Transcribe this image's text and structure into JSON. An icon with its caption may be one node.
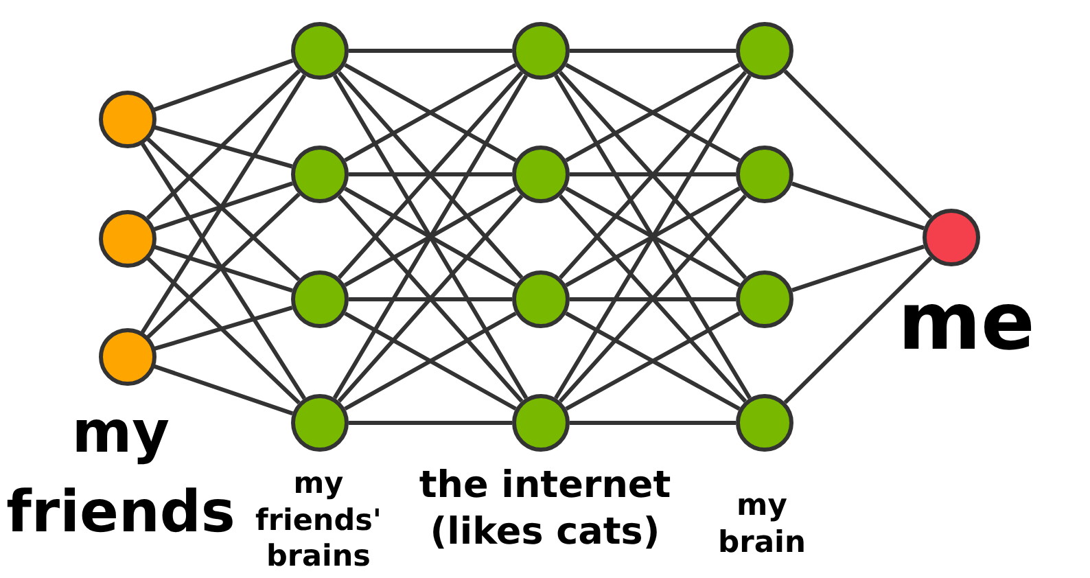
{
  "diagram": {
    "nodes": [
      {
        "text": [],
        "shape": "circle"
      },
      {
        "text": [],
        "shape": "circle"
      },
      {
        "text": [],
        "shape": "circle"
      },
      {
        "text": [],
        "shape": "circle"
      },
      {
        "text": [],
        "shape": "circle"
      },
      {
        "text": [],
        "shape": "circle"
      },
      {
        "text": [],
        "shape": "circle"
      },
      {
        "text": [],
        "shape": "circle"
      },
      {
        "text": [],
        "shape": "circle"
      },
      {
        "text": [],
        "shape": "circle"
      },
      {
        "text": [],
        "shape": "circle"
      },
      {
        "text": [],
        "shape": "circle"
      },
      {
        "text": [],
        "shape": "circle"
      },
      {
        "text": [],
        "shape": "circle"
      },
      {
        "text": [],
        "shape": "circle"
      },
      {
        "text": [],
        "shape": "circle",
        "beside": [
          "me"
        ]
      }
    ],
    "edges": [
      {
        "from": 0,
        "to": 3,
        "arrow": "none"
      },
      {
        "from": 0,
        "to": 4,
        "arrow": "none"
      },
      {
        "from": 0,
        "to": 5,
        "arrow": "none"
      },
      {
        "from": 0,
        "to": 6,
        "arrow": "none"
      },
      {
        "from": 1,
        "to": 3,
        "arrow": "none"
      },
      {
        "from": 1,
        "to": 4,
        "arrow": "none"
      },
      {
        "from": 1,
        "to": 5,
        "arrow": "none"
      },
      {
        "from": 1,
        "to": 6,
        "arrow": "none"
      },
      {
        "from": 2,
        "to": 3,
        "arrow": "none"
      },
      {
        "from": 2,
        "to": 4,
        "arrow": "none"
      },
      {
        "from": 2,
        "to": 5,
        "arrow": "none"
      },
      {
        "from": 2,
        "to": 6,
        "arrow": "none"
      },
      {
        "from": 3,
        "to": 7,
        "arrow": "none"
      },
      {
        "from": 3,
        "to": 8,
        "arrow": "none"
      },
      {
        "from": 3,
        "to": 9,
        "arrow": "none"
      },
      {
        "from": 3,
        "to": 10,
        "arrow": "none"
      },
      {
        "from": 4,
        "to": 7,
        "arrow": "none"
      },
      {
        "from": 4,
        "to": 8,
        "arrow": "none"
      },
      {
        "from": 4,
        "to": 9,
        "arrow": "none"
      },
      {
        "from": 4,
        "to": 10,
        "arrow": "none"
      },
      {
        "from": 5,
        "to": 7,
        "arrow": "none"
      },
      {
        "from": 5,
        "to": 8,
        "arrow": "none"
      },
      {
        "from": 5,
        "to": 9,
        "arrow": "none"
      },
      {
        "from": 5,
        "to": 10,
        "arrow": "none"
      },
      {
        "from": 6,
        "to": 7,
        "arrow": "none"
      },
      {
        "from": 6,
        "to": 8,
        "arrow": "none"
      },
      {
        "from": 6,
        "to": 9,
        "arrow": "none"
      },
      {
        "from": 6,
        "to": 10,
        "arrow": "none"
      },
      {
        "from": 7,
        "to": 11,
        "arrow": "none"
      },
      {
        "from": 7,
        "to": 12,
        "arrow": "none"
      },
      {
        "from": 7,
        "to": 13,
        "arrow": "none"
      },
      {
        "from": 7,
        "to": 14,
        "arrow": "none"
      },
      {
        "from": 8,
        "to": 11,
        "arrow": "none"
      },
      {
        "from": 8,
        "to": 12,
        "arrow": "none"
      },
      {
        "from": 8,
        "to": 13,
        "arrow": "none"
      },
      {
        "from": 8,
        "to": 14,
        "arrow": "none"
      },
      {
        "from": 9,
        "to": 11,
        "arrow": "none"
      },
      {
        "from": 9,
        "to": 12,
        "arrow": "none"
      },
      {
        "from": 9,
        "to": 13,
        "arrow": "none"
      },
      {
        "from": 9,
        "to": 14,
        "arrow": "none"
      },
      {
        "from": 10,
        "to": 11,
        "arrow": "none"
      },
      {
        "from": 10,
        "to": 12,
        "arrow": "none"
      },
      {
        "from": 10,
        "to": 13,
        "arrow": "none"
      },
      {
        "from": 10,
        "to": 14,
        "arrow": "none"
      },
      {
        "from": 11,
        "to": 15,
        "arrow": "none"
      },
      {
        "from": 12,
        "to": 15,
        "arrow": "none"
      },
      {
        "from": 13,
        "to": 15,
        "arrow": "none"
      },
      {
        "from": 14,
        "to": 15,
        "arrow": "none"
      }
    ],
    "labels": [
      "my friends",
      "my friends' brains",
      "the internet (likes cats)",
      "my brain"
    ]
  }
}
